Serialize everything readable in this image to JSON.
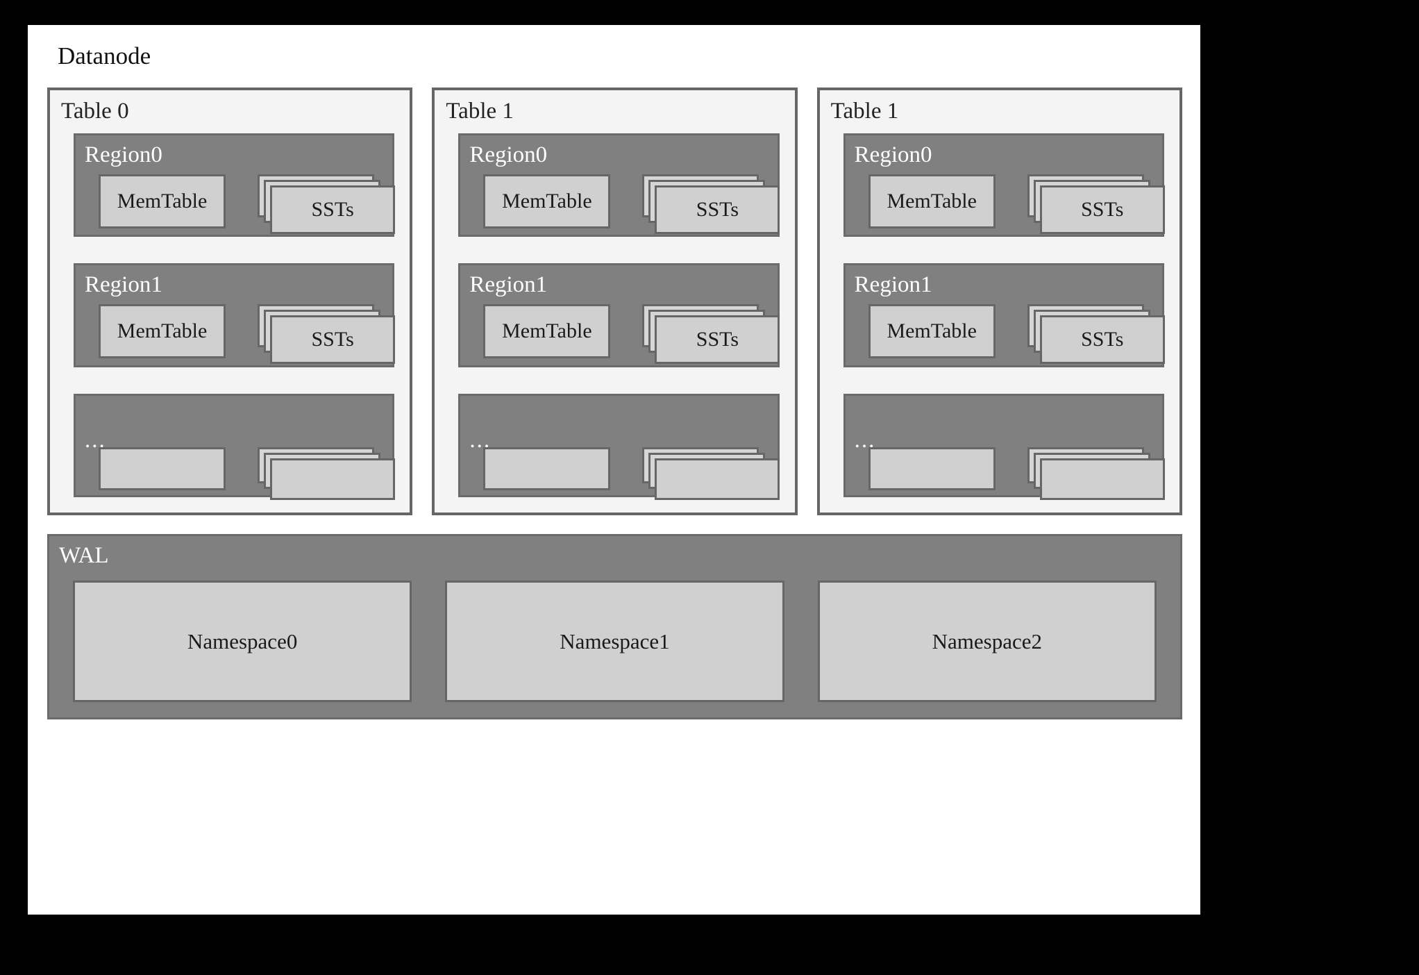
{
  "diagram": {
    "title": "Datanode",
    "tables": [
      {
        "label": "Table 0",
        "regions": [
          {
            "label": "Region0",
            "memtable": "MemTable",
            "ssts": "SSTs"
          },
          {
            "label": "Region1",
            "memtable": "MemTable",
            "ssts": "SSTs"
          },
          {
            "label": "...",
            "memtable": "",
            "ssts": ""
          }
        ]
      },
      {
        "label": "Table 1",
        "regions": [
          {
            "label": "Region0",
            "memtable": "MemTable",
            "ssts": "SSTs"
          },
          {
            "label": "Region1",
            "memtable": "MemTable",
            "ssts": "SSTs"
          },
          {
            "label": "...",
            "memtable": "",
            "ssts": ""
          }
        ]
      },
      {
        "label": "Table 1",
        "regions": [
          {
            "label": "Region0",
            "memtable": "MemTable",
            "ssts": "SSTs"
          },
          {
            "label": "Region1",
            "memtable": "MemTable",
            "ssts": "SSTs"
          },
          {
            "label": "...",
            "memtable": "",
            "ssts": ""
          }
        ]
      }
    ],
    "wal": {
      "label": "WAL",
      "namespaces": [
        "Namespace0",
        "Namespace1",
        "Namespace2"
      ]
    }
  },
  "colors": {
    "page_background": "#ffffff",
    "outer_frame": "#000000",
    "table_panel_fill": "#f4f4f4",
    "region_fill": "#808080",
    "box_fill": "#d0d0d0",
    "border": "#666666",
    "dark_text": "#1a1a1a",
    "light_text": "#ffffff"
  }
}
